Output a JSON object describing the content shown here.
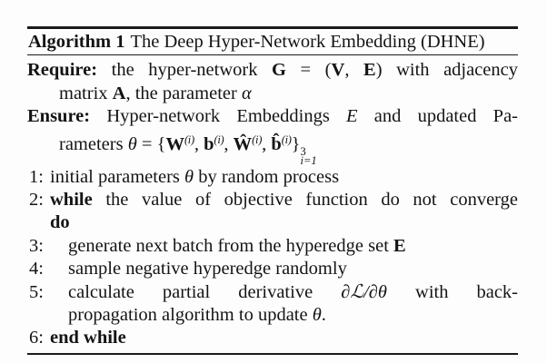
{
  "page": {
    "background": "#fdfdfd",
    "text_color": "#141414",
    "rule_color": "#1b1b1b"
  },
  "algorithm": {
    "label": "Algorithm 1",
    "title": "The Deep Hyper-Network Embedding (DHNE)",
    "lines": [
      {
        "name": "require-line",
        "num": null,
        "indent": "none",
        "justify": true,
        "segments": [
          {
            "t": "Require:",
            "s": "b"
          },
          {
            "t": " the hyper-network ",
            "s": "n"
          },
          {
            "t": "G",
            "s": "b"
          },
          {
            "t": " = (",
            "s": "n"
          },
          {
            "t": "V",
            "s": "b"
          },
          {
            "t": ", ",
            "s": "n"
          },
          {
            "t": "E",
            "s": "b"
          },
          {
            "t": ") with adjacency",
            "s": "n"
          }
        ]
      },
      {
        "name": "require-line-continuation",
        "num": null,
        "indent": "cont",
        "justify": false,
        "segments": [
          {
            "t": "matrix ",
            "s": "n"
          },
          {
            "t": "A",
            "s": "b"
          },
          {
            "t": ", the parameter ",
            "s": "n"
          },
          {
            "t": "α",
            "s": "i"
          }
        ]
      },
      {
        "name": "ensure-line",
        "num": null,
        "indent": "none",
        "justify": true,
        "segments": [
          {
            "t": "Ensure:",
            "s": "b"
          },
          {
            "t": " Hyper-network Embeddings ",
            "s": "n"
          },
          {
            "t": "E",
            "s": "i"
          },
          {
            "t": " and updated Pa-",
            "s": "n"
          }
        ]
      },
      {
        "name": "ensure-line-continuation",
        "num": null,
        "indent": "cont",
        "justify": false,
        "segments": [
          {
            "t": "rameters ",
            "s": "n"
          },
          {
            "t": "θ",
            "s": "i"
          },
          {
            "t": " = {",
            "s": "n"
          },
          {
            "t": "W",
            "s": "b"
          },
          {
            "t": "(i)",
            "s": "sup"
          },
          {
            "t": ", ",
            "s": "n"
          },
          {
            "t": "b",
            "s": "b"
          },
          {
            "t": "(i)",
            "s": "sup"
          },
          {
            "t": ", ",
            "s": "n"
          },
          {
            "t": "Ŵ",
            "s": "b"
          },
          {
            "t": "(i)",
            "s": "sup"
          },
          {
            "t": ", ",
            "s": "n"
          },
          {
            "t": "b̂",
            "s": "b"
          },
          {
            "t": "(i)",
            "s": "sup"
          },
          {
            "t": "}",
            "s": "n"
          },
          {
            "t": "3|i=1",
            "s": "supsub"
          }
        ]
      },
      {
        "name": "step-1",
        "num": "1:",
        "indent": "none",
        "justify": false,
        "segments": [
          {
            "t": "initial parameters ",
            "s": "n"
          },
          {
            "t": "θ",
            "s": "i"
          },
          {
            "t": " by random process",
            "s": "n"
          }
        ]
      },
      {
        "name": "step-2",
        "num": "2:",
        "indent": "none",
        "justify": true,
        "segments": [
          {
            "t": "while",
            "s": "b"
          },
          {
            "t": " the value of objective function do not converge",
            "s": "n"
          }
        ]
      },
      {
        "name": "step-2-continuation",
        "num": "",
        "indent": "none",
        "justify": false,
        "segments": [
          {
            "t": "do",
            "s": "b"
          }
        ]
      },
      {
        "name": "step-3",
        "num": "3:",
        "indent": "in1",
        "justify": false,
        "segments": [
          {
            "t": "generate next batch from the hyperedge set ",
            "s": "n"
          },
          {
            "t": "E",
            "s": "b"
          }
        ]
      },
      {
        "name": "step-4",
        "num": "4:",
        "indent": "in1",
        "justify": false,
        "segments": [
          {
            "t": "sample negative hyperedge randomly",
            "s": "n"
          }
        ]
      },
      {
        "name": "step-5",
        "num": "5:",
        "indent": "in1",
        "justify": true,
        "segments": [
          {
            "t": "calculate partial derivative ",
            "s": "n"
          },
          {
            "t": "∂ℒ/∂θ",
            "s": "i"
          },
          {
            "t": " with back-",
            "s": "n"
          }
        ]
      },
      {
        "name": "step-5-continuation",
        "num": "",
        "indent": "in1",
        "justify": false,
        "segments": [
          {
            "t": "propagation algorithm to update ",
            "s": "n"
          },
          {
            "t": "θ",
            "s": "i"
          },
          {
            "t": ".",
            "s": "n"
          }
        ]
      },
      {
        "name": "step-6",
        "num": "6:",
        "indent": "none",
        "justify": false,
        "segments": [
          {
            "t": "end while",
            "s": "b"
          }
        ]
      }
    ]
  }
}
